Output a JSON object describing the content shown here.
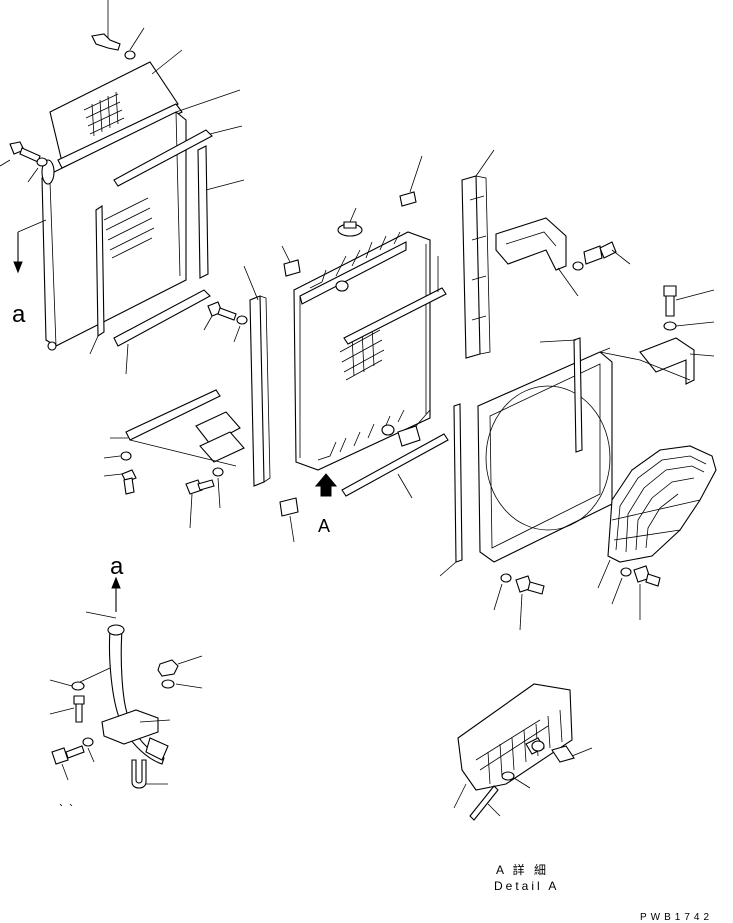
{
  "labels": {
    "view_a_top": "a",
    "view_a_bottom": "a",
    "arrow_a": "A",
    "detail_title_jp": "A 詳 細",
    "detail_title_en": "Detail A",
    "drawing_code": "PWB1742"
  },
  "colors": {
    "ink": "#000000",
    "paper": "#ffffff"
  }
}
